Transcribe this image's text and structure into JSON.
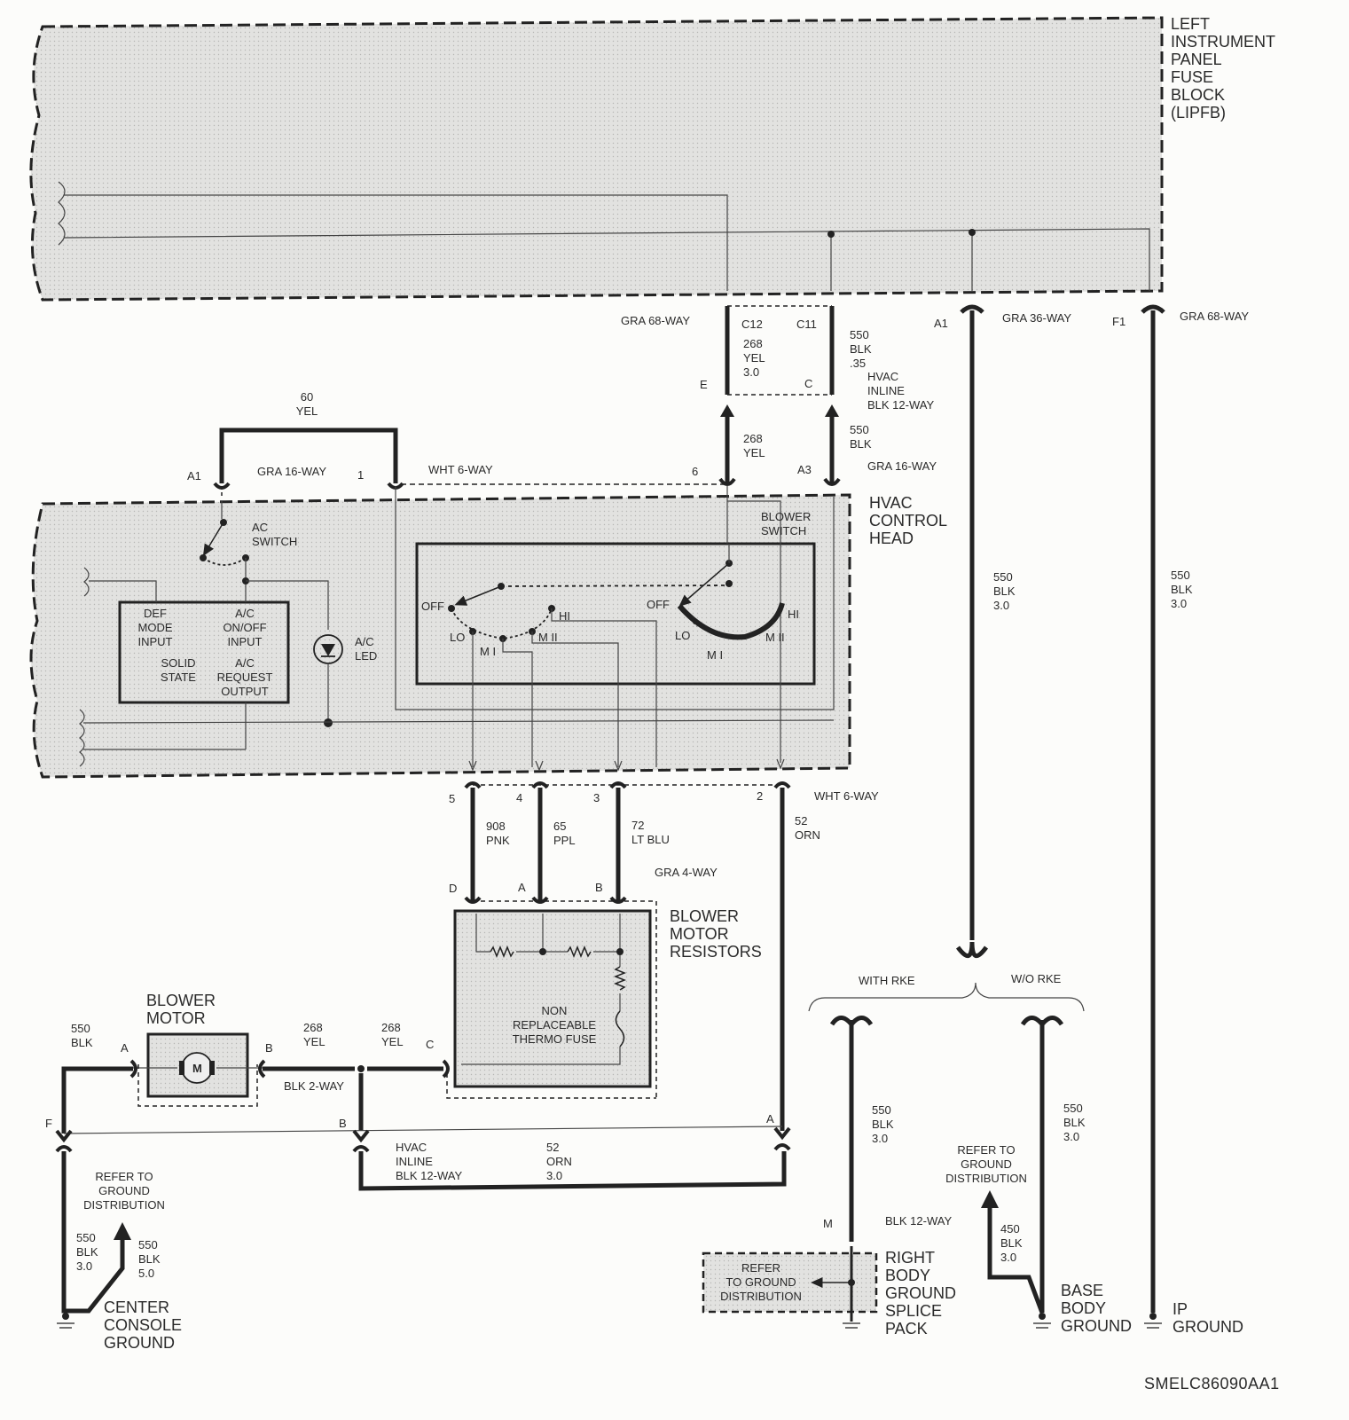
{
  "components": {
    "lipfb": "LEFT\nINSTRUMENT\nPANEL\nFUSE\nBLOCK\n(LIPFB)",
    "hvac_head": "HVAC\nCONTROL\nHEAD",
    "ac_switch": "AC\nSWITCH",
    "blower_switch": "BLOWER\nSWITCH",
    "solid_state_def": "DEF\nMODE\nINPUT",
    "solid_state_acin": "A/C\nON/OFF\nINPUT",
    "solid_state_name": "SOLID\nSTATE",
    "solid_state_req": "A/C\nREQUEST\nOUTPUT",
    "ac_led": "A/C\nLED",
    "blower_motor": "BLOWER\nMOTOR",
    "motor_symbol": "M",
    "resistors": "BLOWER\nMOTOR\nRESISTORS",
    "thermo_fuse": "NON\nREPLACEABLE\nTHERMO FUSE",
    "center_ground": "CENTER\nCONSOLE\nGROUND",
    "right_splice": "RIGHT\nBODY\nGROUND\nSPLICE\nPACK",
    "base_ground": "BASE\nBODY\nGROUND",
    "ip_ground": "IP\nGROUND",
    "with_rke": "WITH RKE",
    "wo_rke": "W/O RKE",
    "refer_center": "REFER TO\nGROUND\nDISTRIBUTION",
    "refer_base": "REFER TO\nGROUND\nDISTRIBUTION",
    "refer_splice": "REFER\nTO GROUND\nDISTRIBUTION",
    "drawing_code": "SMELC86090AA1"
  },
  "switch_positions": {
    "off1": "OFF",
    "lo1": "LO",
    "m1_1": "M I",
    "m2_1": "M II",
    "hi1": "HI",
    "off2": "OFF",
    "lo2": "LO",
    "m1_2": "M I",
    "m2_2": "M II",
    "hi2": "HI"
  },
  "connectors": {
    "gra68_top": "GRA 68-WAY",
    "c12": "C12",
    "c11": "C11",
    "gra36": "GRA 36-WAY",
    "a1_top": "A1",
    "f1": "F1",
    "gra68_right": "GRA 68-WAY",
    "e": "E",
    "c": "C",
    "hvac_inline_top": "HVAC\nINLINE\nBLK 12-WAY",
    "a1_left": "A1",
    "gra16_left": "GRA 16-WAY",
    "pin1": "1",
    "wht6_top": "WHT 6-WAY",
    "pin6": "6",
    "a3": "A3",
    "gra16_right": "GRA 16-WAY",
    "pin5": "5",
    "pin4": "4",
    "pin3": "3",
    "pin2": "2",
    "wht6_bottom": "WHT 6-WAY",
    "d": "D",
    "a_res": "A",
    "b_res": "B",
    "gra4": "GRA 4-WAY",
    "motor_a": "A",
    "motor_b": "B",
    "res_c": "C",
    "blk2": "BLK 2-WAY",
    "f_bottom": "F",
    "b_bottom": "B",
    "a_bottom": "A",
    "hvac_inline_bottom": "HVAC\nINLINE\nBLK 12-WAY",
    "m": "M",
    "blk12": "BLK 12-WAY"
  },
  "wires": {
    "w268_top": "268\nYEL\n3.0",
    "w550_top": "550\nBLK\n.35",
    "w60": "60\nYEL",
    "w268_mid": "268\nYEL",
    "w550_mid": "550\nBLK",
    "w550_a1": "550\nBLK\n3.0",
    "w550_f1": "550\nBLK\n3.0",
    "w908": "908\nPNK",
    "w65": "65\nPPL",
    "w72": "72\nLT BLU",
    "w52_top": "52\nORN",
    "w550_motor": "550\nBLK",
    "w268_motor": "268\nYEL",
    "w268_res": "268\nYEL",
    "w52_bottom": "52\nORN\n3.0",
    "w550_center_a": "550\nBLK\n3.0",
    "w550_center_b": "550\nBLK\n5.0",
    "w550_rke": "550\nBLK\n3.0",
    "w550_worke": "550\nBLK\n3.0",
    "w450": "450\nBLK\n3.0"
  }
}
